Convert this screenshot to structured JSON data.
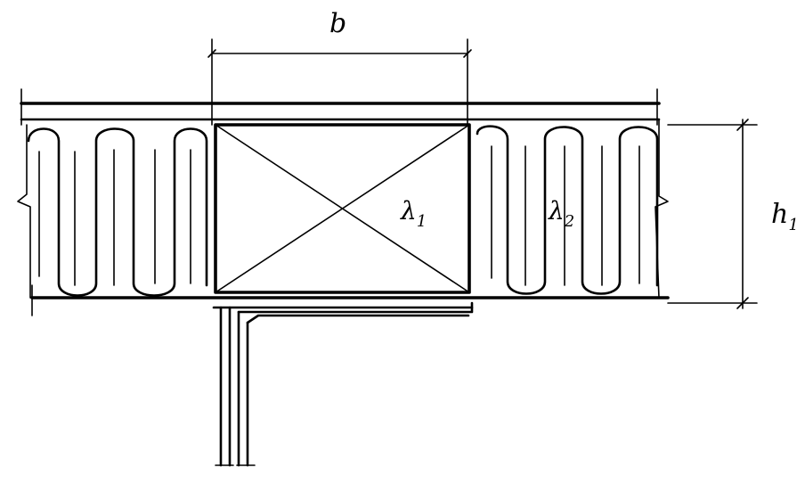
{
  "labels": {
    "width": "b",
    "height_base": "h",
    "height_sub": "1",
    "stud_base": "λ",
    "stud_sub": "1",
    "insulation_base": "λ",
    "insulation_sub": "2"
  }
}
